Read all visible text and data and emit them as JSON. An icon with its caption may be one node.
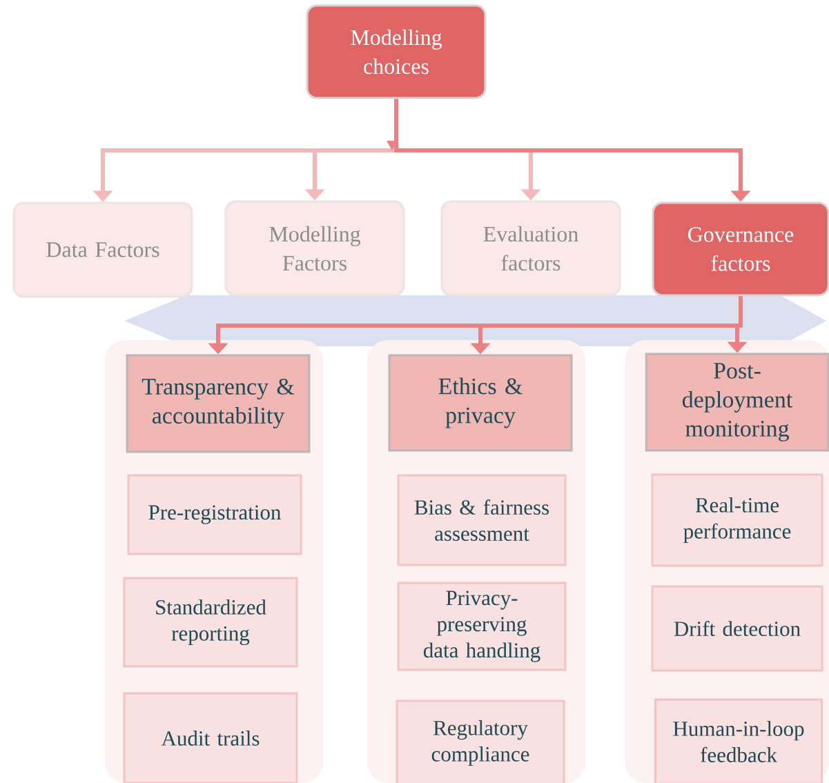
{
  "diagram": {
    "nodes": [
      {
        "text": [
          "Modelling choices"
        ]
      },
      {
        "text": [
          "Data Factors"
        ]
      },
      {
        "text": [
          "Modelling Factors"
        ]
      },
      {
        "text": [
          "Evaluation factors"
        ]
      },
      {
        "text": [
          "Governance factors"
        ]
      },
      {
        "text": [
          "Transparency & accountability"
        ]
      },
      {
        "text": [
          "Ethics & privacy"
        ]
      },
      {
        "text": [
          "Post-deployment monitoring"
        ]
      },
      {
        "text": [
          "Pre-registration"
        ]
      },
      {
        "text": [
          "Standardized reporting"
        ]
      },
      {
        "text": [
          "Audit trails"
        ]
      },
      {
        "text": [
          "Bias & fairness assessment"
        ]
      },
      {
        "text": [
          "Privacy-preserving data handling"
        ]
      },
      {
        "text": [
          "Regulatory compliance"
        ]
      },
      {
        "text": [
          "Real-time performance"
        ]
      },
      {
        "text": [
          "Drift detection"
        ]
      },
      {
        "text": [
          "Human-in-loop feedback"
        ]
      }
    ],
    "edges": [
      {
        "from": 0,
        "to": 1,
        "arrow": "to",
        "color": "#f5b8b8"
      },
      {
        "from": 0,
        "to": 2,
        "arrow": "to",
        "color": "#f5b8b8"
      },
      {
        "from": 0,
        "to": 3,
        "arrow": "to",
        "color": "#f5b8b8"
      },
      {
        "from": 0,
        "to": 4,
        "arrow": "to"
      },
      {
        "from": 4,
        "to": 5,
        "arrow": "to"
      },
      {
        "from": 4,
        "to": 6,
        "arrow": "to"
      },
      {
        "from": 4,
        "to": 7,
        "arrow": "to"
      }
    ]
  }
}
